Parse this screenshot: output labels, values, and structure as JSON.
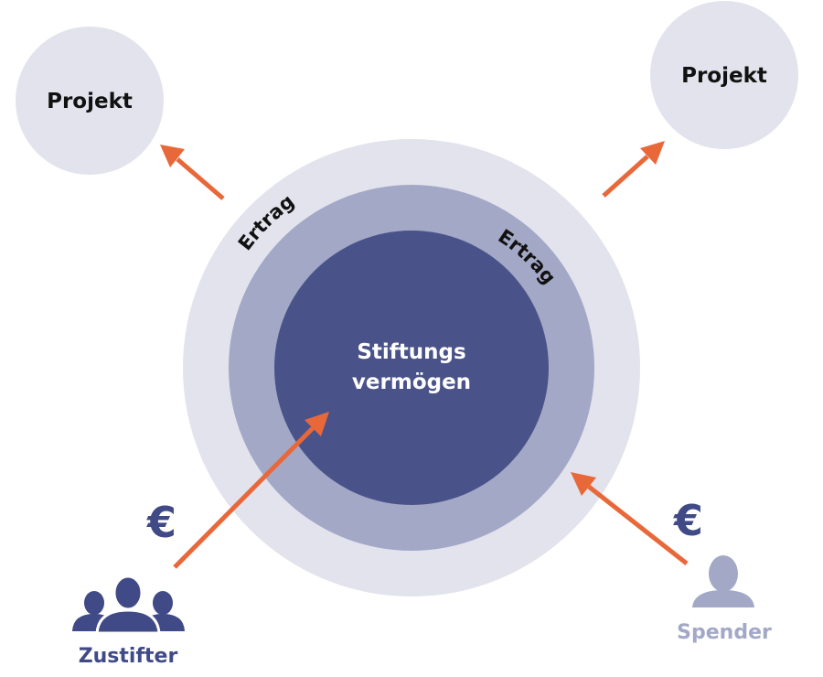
{
  "center": {
    "line1": "Stiftungs",
    "line2": "vermögen"
  },
  "rings": {
    "outer_label": "Ertrag",
    "middle_label": "Ertrag"
  },
  "projects": {
    "left_label": "Projekt",
    "right_label": "Projekt"
  },
  "sources": {
    "zustifter_label": "Zustifter",
    "spender_label": "Spender",
    "currency_symbol": "€"
  },
  "colors": {
    "core": "#4a5389",
    "middle_ring": "#a3a8c6",
    "outer_ring": "#e2e3ec",
    "project_bubble": "#e2e3ec",
    "arrow": "#e8683a",
    "zustifter": "#3f4a86",
    "spender": "#a3a8c6",
    "euro": "#3f4a86"
  },
  "icons": {
    "zustifter": "group-icon",
    "spender": "person-icon",
    "arrow": "arrow-icon"
  }
}
